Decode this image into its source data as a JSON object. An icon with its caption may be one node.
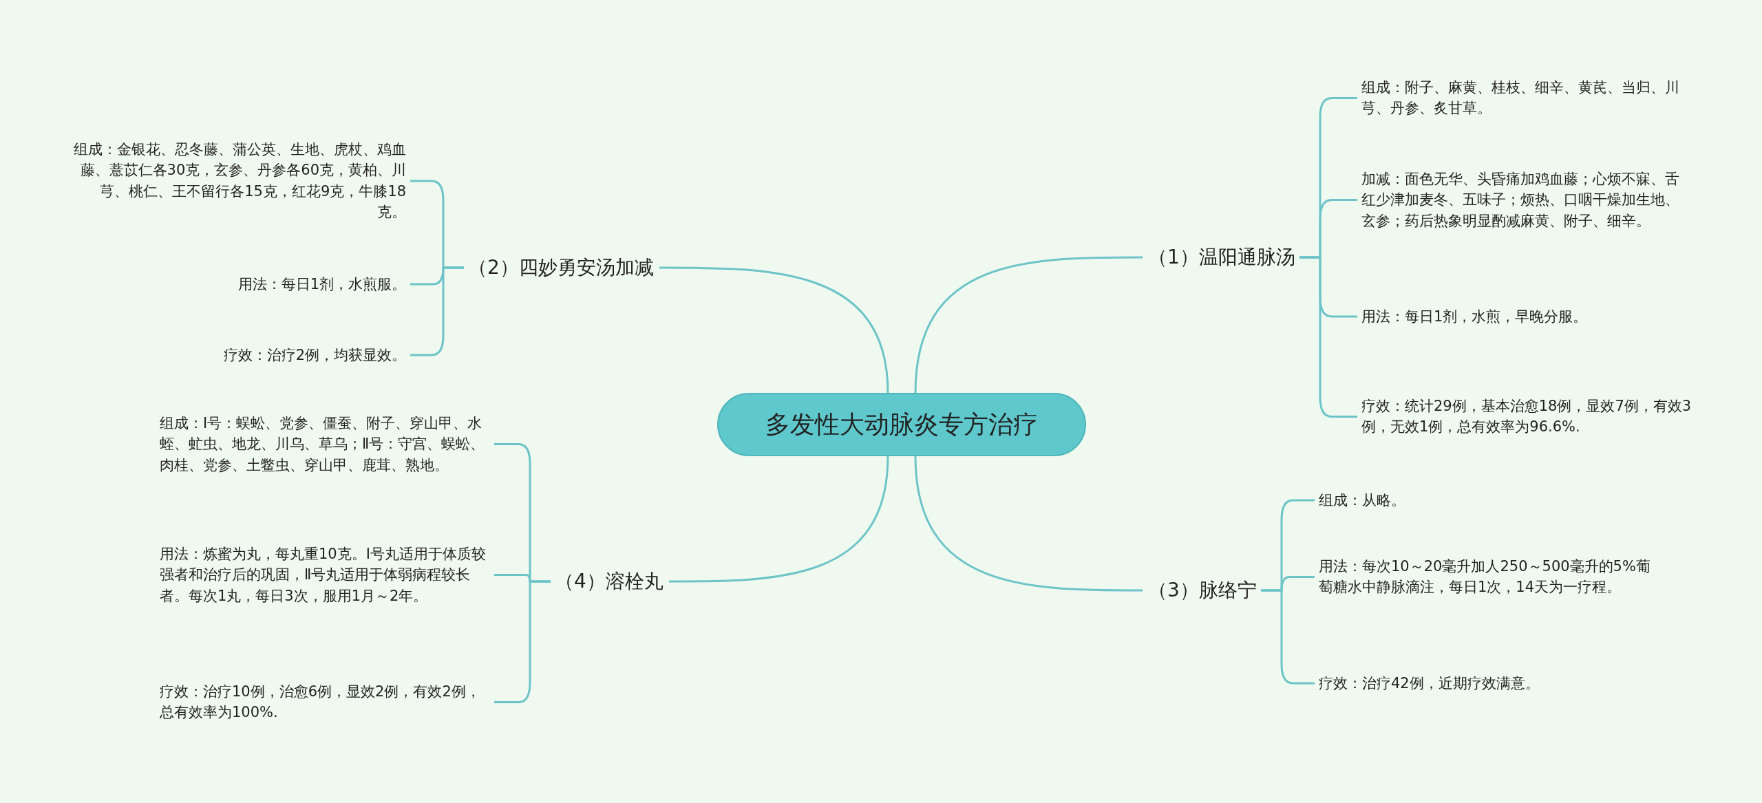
{
  "diagram": {
    "nodes": [
      {
        "text": [
          "多发性大动脉炎专方治疗"
        ]
      },
      {
        "text": [
          "（1）温阳通脉汤"
        ]
      },
      {
        "text": [
          "组成：附子、麻黄、桂枝、细辛、黄芪、当归、川芎、丹参、炙甘草。"
        ]
      },
      {
        "text": [
          "加减：面色无华、头昏痛加鸡血藤；心烦不寐、舌红少津加麦冬、五味子；烦热、口咽干燥加生地、玄参；药后热象明显酌减麻黄、附子、细辛。"
        ]
      },
      {
        "text": [
          "用法：每日1剂，水煎，早晚分服。"
        ]
      },
      {
        "text": [
          "疗效：统计29例，基本治愈18例，显效7例，有效3例，无效1例，总有效率为96.6%."
        ]
      },
      {
        "text": [
          "（2）四妙勇安汤加减"
        ]
      },
      {
        "text": [
          "组成：金银花、忍冬藤、蒲公英、生地、虎杖、鸡血藤、薏苡仁各30克，玄参、丹参各60克，黄柏、川芎、桃仁、王不留行各15克，红花9克，牛膝18克。"
        ]
      },
      {
        "text": [
          "用法：每日1剂，水煎服。"
        ]
      },
      {
        "text": [
          "疗效：治疗2例，均获显效。"
        ]
      },
      {
        "text": [
          "（3）脉络宁"
        ]
      },
      {
        "text": [
          "组成：从略。"
        ]
      },
      {
        "text": [
          "用法：每次10～20毫升加人250～500毫升的5%葡萄糖水中静脉滴注，每日1次，14天为一疗程。"
        ]
      },
      {
        "text": [
          "疗效：治疗42例，近期疗效满意。"
        ]
      },
      {
        "text": [
          "（4）溶栓丸"
        ]
      },
      {
        "text": [
          "组成：Ⅰ号：蜈蚣、党参、僵蚕、附子、穿山甲、水蛭、虻虫、地龙、川乌、草乌；Ⅱ号：守宫、蜈蚣、肉桂、党参、土鳖虫、穿山甲、鹿茸、熟地。"
        ]
      },
      {
        "text": [
          "用法：炼蜜为丸，每丸重10克。Ⅰ号丸适用于体质较强者和治疗后的巩固，Ⅱ号丸适用于体弱病程较长者。每次1丸，每日3次，服用1月～2年。"
        ]
      },
      {
        "text": [
          "疗效：治疗10例，治愈6例，显效2例，有效2例，总有效率为100%."
        ]
      }
    ],
    "edges": [
      {
        "from": 0,
        "to": 1,
        "arrow": "none"
      },
      {
        "from": 1,
        "to": 2,
        "arrow": "none"
      },
      {
        "from": 1,
        "to": 3,
        "arrow": "none"
      },
      {
        "from": 1,
        "to": 4,
        "arrow": "none"
      },
      {
        "from": 1,
        "to": 5,
        "arrow": "none"
      },
      {
        "from": 0,
        "to": 6,
        "arrow": "none"
      },
      {
        "from": 6,
        "to": 7,
        "arrow": "none"
      },
      {
        "from": 6,
        "to": 8,
        "arrow": "none"
      },
      {
        "from": 6,
        "to": 9,
        "arrow": "none"
      },
      {
        "from": 0,
        "to": 10,
        "arrow": "none"
      },
      {
        "from": 10,
        "to": 11,
        "arrow": "none"
      },
      {
        "from": 10,
        "to": 12,
        "arrow": "none"
      },
      {
        "from": 10,
        "to": 13,
        "arrow": "none"
      },
      {
        "from": 0,
        "to": 14,
        "arrow": "none"
      },
      {
        "from": 14,
        "to": 15,
        "arrow": "none"
      },
      {
        "from": 14,
        "to": 16,
        "arrow": "none"
      },
      {
        "from": 14,
        "to": 17,
        "arrow": "none"
      }
    ]
  }
}
